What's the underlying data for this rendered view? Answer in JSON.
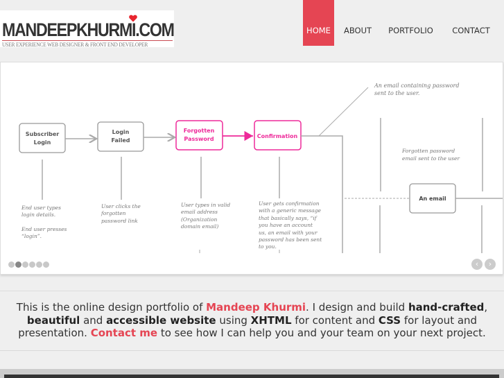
{
  "header": {
    "logo_text": "MANDEEPKHURMI.COM",
    "logo_tagline": "USER EXPERIENCE WEB DESIGNER & FRONT END DEVELOPER",
    "logo_icon": "heart-icon"
  },
  "nav": {
    "items": [
      {
        "label": "HOME",
        "active": true
      },
      {
        "label": "ABOUT",
        "active": false
      },
      {
        "label": "PORTFOLIO",
        "active": false
      },
      {
        "label": "CONTACT",
        "active": false
      }
    ]
  },
  "slider": {
    "diagram": {
      "boxes": [
        {
          "label1": "Subscriber",
          "label2": "Login",
          "highlight": false
        },
        {
          "label1": "Login",
          "label2": "Failed",
          "highlight": false
        },
        {
          "label1": "Forgotten",
          "label2": "Password",
          "highlight": true
        },
        {
          "label1": "Confirmation",
          "label2": "",
          "highlight": true
        },
        {
          "label1": "An email",
          "label2": "",
          "highlight": false
        }
      ],
      "notes": [
        {
          "lines": [
            "End user types",
            "login details.",
            "",
            "End user presses",
            "“login”."
          ]
        },
        {
          "lines": [
            "User clicks the",
            "forgotten",
            "password link"
          ]
        },
        {
          "lines": [
            "User types in valid",
            "email address",
            "(Organization",
            "domain email)"
          ]
        },
        {
          "lines": [
            "User gets confirmation",
            "with a generic message",
            "that basically says, “if",
            "you have an account",
            "us, an email with your",
            "password has been sent",
            "to you."
          ]
        },
        {
          "lines": [
            "An email containing password",
            "sent to the user."
          ]
        },
        {
          "lines": [
            "Forgotten password",
            "email sent to the user"
          ]
        }
      ]
    },
    "dots_count": 6,
    "active_dot": 1,
    "prev_label": "‹",
    "next_label": "›",
    "colors": {
      "highlight": "#ee2a9a",
      "line": "#aaaaaa"
    }
  },
  "intro": {
    "p1": "This is the online design portfolio of ",
    "name": "Mandeep Khurmi",
    "p2": ". I design and build ",
    "b1": "hand-crafted",
    "p3": ", ",
    "b2": "beautiful",
    "p4": " and ",
    "b3": "accessible website",
    "p5": " using ",
    "b4": "XHTML",
    "p6": " for content and ",
    "b5": "CSS",
    "p7": " for layout and presentation. ",
    "contact": "Contact me",
    "p8": " to see how I can help you and your team on your next project."
  },
  "colors": {
    "accent": "#e54553",
    "background": "#efefef",
    "text": "#333333"
  }
}
